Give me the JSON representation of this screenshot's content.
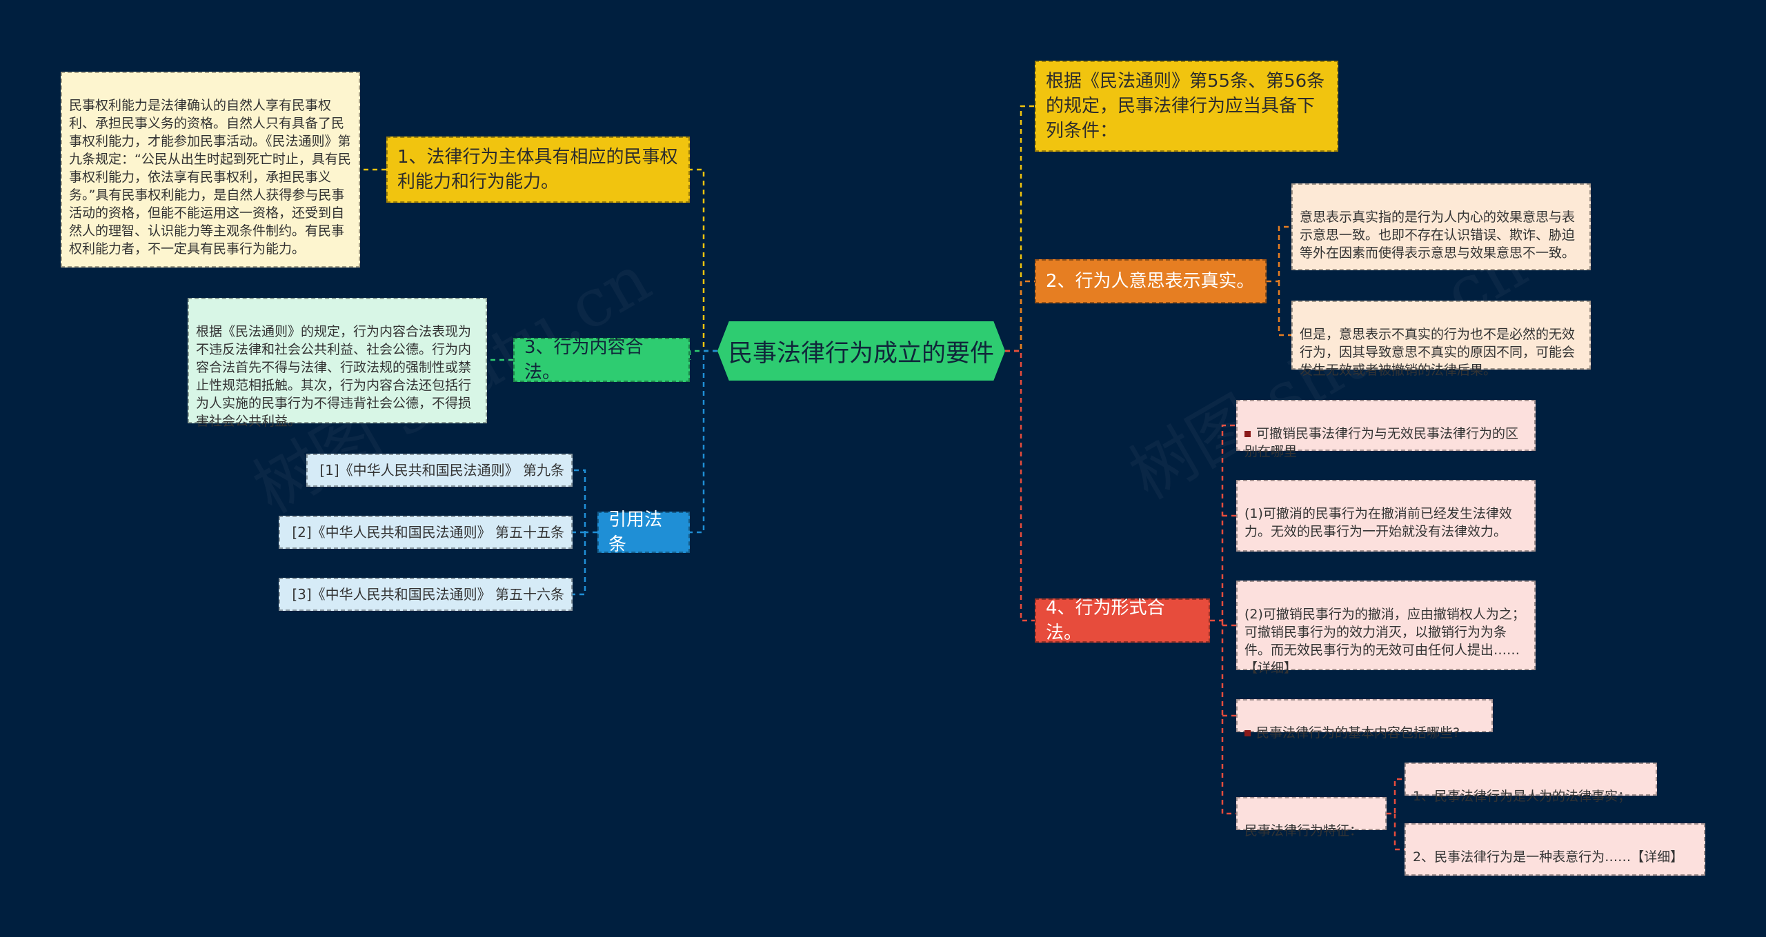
{
  "central": {
    "label": "民事法律行为成立的要件"
  },
  "left": {
    "n1": {
      "label": "1、法律行为主体具有相应的民事权利能力和行为能力。",
      "detail": "民事权利能力是法律确认的自然人享有民事权利、承担民事义务的资格。自然人只有具备了民事权利能力，才能参加民事活动。《民法通则》第九条规定：“公民从出生时起到死亡时止，具有民事权利能力，依法享有民事权利，承担民事义务。”具有民事权利能力，是自然人获得参与民事活动的资格，但能不能运用这一资格，还受到自然人的理智、认识能力等主观条件制约。有民事权利能力者，不一定具有民事行为能力。"
    },
    "n3": {
      "label": "3、行为内容合法。",
      "detail": "根据《民法通则》的规定，行为内容合法表现为不违反法律和社会公共利益、社会公德。行为内容合法首先不得与法律、行政法规的强制性或禁止性规范相抵触。其次，行为内容合法还包括行为人实施的民事行为不得违背社会公德，不得损害社会公共利益。"
    },
    "refs": {
      "label": "引用法条",
      "items": [
        "[1]《中华人民共和国民法通则》 第九条",
        "[2]《中华人民共和国民法通则》 第五十五条",
        "[3]《中华人民共和国民法通则》 第五十六条"
      ]
    }
  },
  "right": {
    "intro": {
      "label": "根据《民法通则》第55条、第56条的规定，民事法律行为应当具备下列条件："
    },
    "n2": {
      "label": "2、行为人意思表示真实。",
      "details": [
        "意思表示真实指的是行为人内心的效果意思与表示意思一致。也即不存在认识错误、欺诈、胁迫等外在因素而使得表示意思与效果意思不一致。",
        "但是，意思表示不真实的行为也不是必然的无效行为，因其导致意思不真实的原因不同，可能会发生无效或者被撤销的法律后果。"
      ]
    },
    "n4": {
      "label": "4、行为形式合法。",
      "q1": "可撤销民事法律行为与无效民事法律行为的区别在哪里",
      "d1": "(1)可撤消的民事行为在撤消前已经发生法律效力。无效的民事行为一开始就没有法律效力。",
      "d2": "(2)可撤销民事行为的撤消，应由撤销权人为之；可撤销民事行为的效力消灭，以撤销行为为条件。而无效民事行为的无效可由任何人提出……【详细】",
      "q2": "民事法律行为的基本内容包括哪些?",
      "feat": {
        "label": "民事法律行为特征：",
        "items": [
          "1、民事法律行为是人为的法律事实；",
          "2、民事法律行为是一种表意行为……【详细】"
        ]
      }
    }
  },
  "colors": {
    "background": "#001f3f",
    "central": "#2ecc71",
    "yellow": "#f1c40f",
    "orange": "#e67e22",
    "red": "#e74c3c",
    "green": "#2ecc71",
    "blue": "#1f8fd6"
  }
}
